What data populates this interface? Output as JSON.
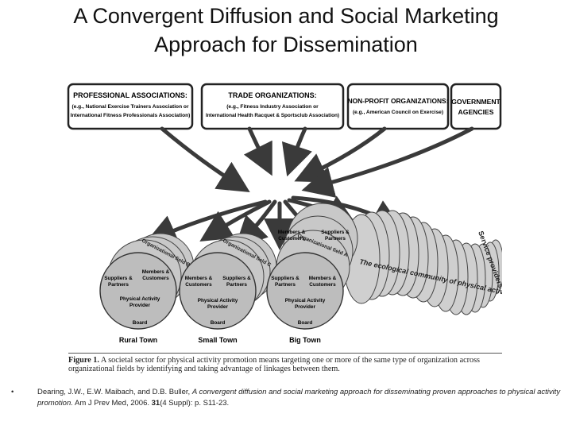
{
  "slide": {
    "title_line1": "A Convergent Diffusion and Social Marketing",
    "title_line2": "Approach for Dissemination"
  },
  "figure": {
    "boxes": [
      {
        "line1": "PROFESSIONAL ASSOCIATIONS:",
        "line2": "(e.g., National Exercise Trainers Association or",
        "line3": "International Fitness Professionals Association)"
      },
      {
        "line1": "TRADE ORGANIZATIONS:",
        "line2": "(e.g., Fitness Industry Association or",
        "line3": "International Health Racquet & Sportsclub Association)"
      },
      {
        "line1": "NON-PROFIT ORGANIZATIONS:",
        "line2": "(e.g., American Council on Exercise)"
      },
      {
        "line1": "GOVERNMENT",
        "line2": "AGENCIES"
      }
    ],
    "circle_labels": {
      "members": "Members &",
      "customers": "Customers",
      "suppliers": "Suppliers &",
      "partners": "Partners",
      "physical_activity": "Physical Activity",
      "provider": "Provider",
      "board": "Board",
      "field_a": "Organizational field A",
      "field_b": "Organizational field B",
      "field_c": "Organizational field C"
    },
    "towns": [
      "Rural Town",
      "Small Town",
      "Big Town"
    ],
    "community_label": "The ecological community of physical activity",
    "service_label": "Service providers"
  },
  "caption": {
    "figure_label": "Figure 1.",
    "text": "A societal sector for physical activity promotion means targeting one or more of the same type of organization across organizational fields by identifying and taking advantage of linkages between them."
  },
  "reference": {
    "bullet": "•",
    "authors": "Dearing, J.W., E.W. Maibach, and D.B. Buller, ",
    "title": "A convergent diffusion and social marketing approach for disseminating proven approaches to physical activity promotion.",
    "journal": " Am J Prev Med, 2006. ",
    "volume": "31",
    "pages": "(4 Suppl): p. S11-23."
  }
}
